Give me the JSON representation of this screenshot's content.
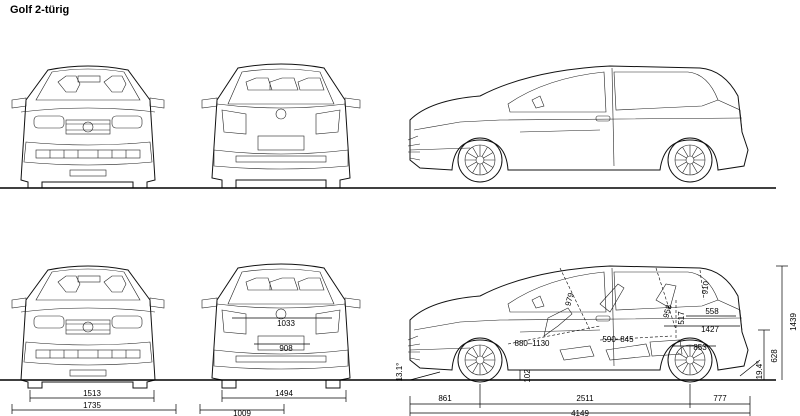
{
  "title": "Golf 2-türig",
  "dimensions": {
    "front_track": "1513",
    "overall_width": "1735",
    "rear_track": "1494",
    "rear_overhang_width": "1009",
    "rear_window_width": "1033",
    "bumper_width": "908",
    "front_overhang": "861",
    "wheelbase": "2511",
    "rear_overhang": "777",
    "overall_length": "4149",
    "overall_height": "1439",
    "rear_deck_height": "628",
    "ground_clearance": "102",
    "approach_angle": "13.1°",
    "departure_angle": "19.4°",
    "headroom_front": "979",
    "headroom_rear": "958",
    "rear_hatch_height": "910",
    "rear_height": "517",
    "seat_range": "880–1130",
    "rear_legroom": "590–845",
    "rear_hatch_depth": "558",
    "cargo_length": "1427",
    "cargo_height": "853"
  }
}
